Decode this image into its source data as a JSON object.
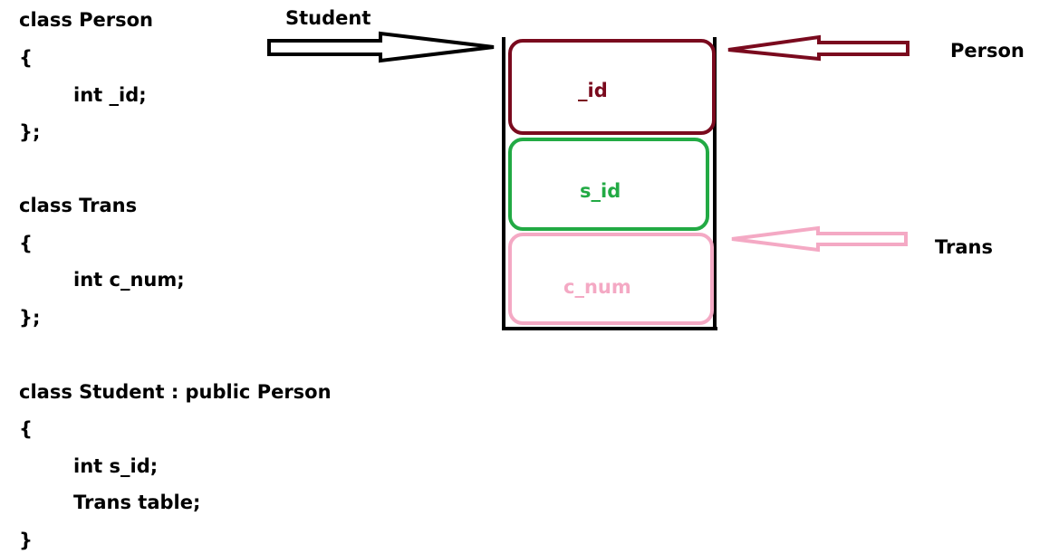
{
  "code": {
    "lines": [
      "class Person",
      "{",
      "int _id;",
      "};",
      "class Trans",
      "{",
      "int c_num;",
      "};",
      "class Student : public Person",
      "{",
      "int s_id;",
      "Trans table;",
      "}"
    ]
  },
  "diagram": {
    "label_student": "Student",
    "label_person": "Person",
    "label_trans": "Trans",
    "field_id": "_id",
    "field_sid": "s_id",
    "field_cnum": "c_num"
  },
  "colors": {
    "person": "#7a0a1e",
    "sid": "#22aa44",
    "trans": "#f4a9c4",
    "student": "#000000"
  }
}
